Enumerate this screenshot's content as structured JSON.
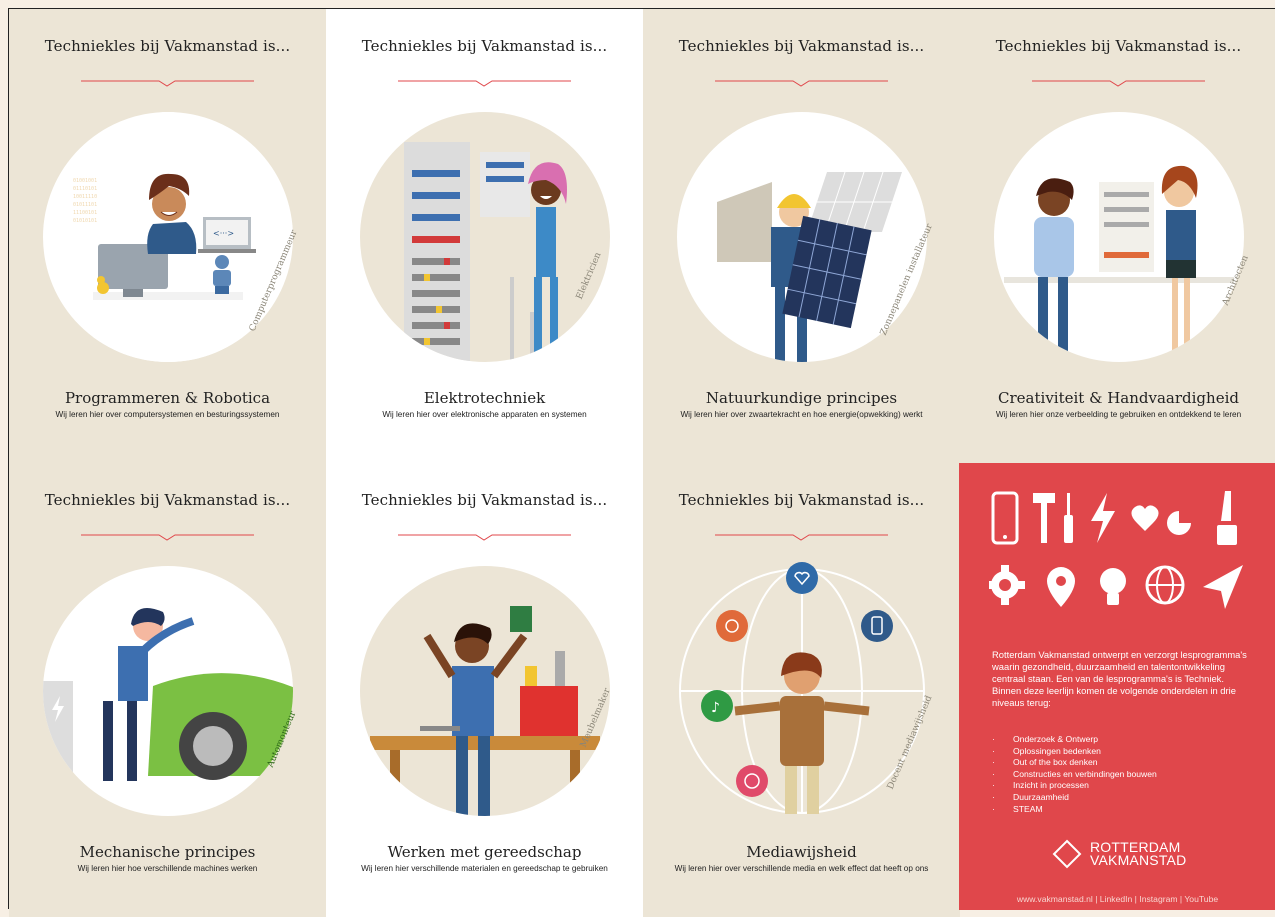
{
  "cards": [
    {
      "header": "Techniekles bij Vakmanstad is...",
      "title": "Programmeren & Robotica",
      "desc": "Wij leren hier over computersystemen en besturingssystemen",
      "role": "Computerprogrammeur"
    },
    {
      "header": "Techniekles bij Vakmanstad is...",
      "title": "Elektrotechniek",
      "desc": "Wij leren hier over elektronische apparaten en systemen",
      "role": "Elektricien"
    },
    {
      "header": "Techniekles bij Vakmanstad is...",
      "title": "Natuurkundige principes",
      "desc": "Wij leren hier over zwaartekracht en hoe energie(opwekking) werkt",
      "role": "Zonnepanelen installateur"
    },
    {
      "header": "Techniekles bij Vakmanstad is...",
      "title": "Creativiteit & Handvaardigheid",
      "desc": "Wij leren hier onze verbeelding te gebruiken en ontdekkend te leren",
      "role": "Architecten"
    },
    {
      "header": "Techniekles bij Vakmanstad is...",
      "title": "Mechanische principes",
      "desc": "Wij leren hier hoe verschillende machines werken",
      "role": "Automonteur"
    },
    {
      "header": "Techniekles bij Vakmanstad is...",
      "title": "Werken met gereedschap",
      "desc": "Wij leren hier verschillende materialen en gereedschap te gebruiken",
      "role": "Meubelmaker"
    },
    {
      "header": "Techniekles bij Vakmanstad is...",
      "title": "Mediawijsheid",
      "desc": "Wij leren hier over verschillende media en welk effect dat heeft op ons",
      "role": "Docent mediawijsheid"
    }
  ],
  "info": {
    "intro": "Rotterdam Vakmanstad ontwerpt en verzorgt lesprogramma's waarin gezondheid, duurzaamheid en talentontwikkeling centraal staan. Een van de lesprogramma's is Techniek. Binnen deze leerlijn komen de volgende onderdelen in drie niveaus terug:",
    "items": [
      "Onderzoek & Ontwerp",
      "Oplossingen bedenken",
      "Out of the box denken",
      "Constructies en verbindingen bouwen",
      "Inzicht in processen",
      "Duurzaamheid",
      "STEAM"
    ],
    "logo_line1": "ROTTERDAM",
    "logo_line2": "VAKMANSTAD",
    "footer": "www.vakmanstad.nl | LinkedIn | Instagram | YouTube"
  },
  "icons": [
    "phone-icon",
    "hammer-icon",
    "screwdriver-icon",
    "lightning-icon",
    "heart-icon",
    "pie-icon",
    "saw-icon",
    "gear-icon",
    "location-pin-icon",
    "lightbulb-icon",
    "globe-icon",
    "navigation-arrow-icon"
  ],
  "colors": {
    "accent": "#e0474b",
    "beige": "#ece5d6",
    "rule": "#e0474b"
  }
}
